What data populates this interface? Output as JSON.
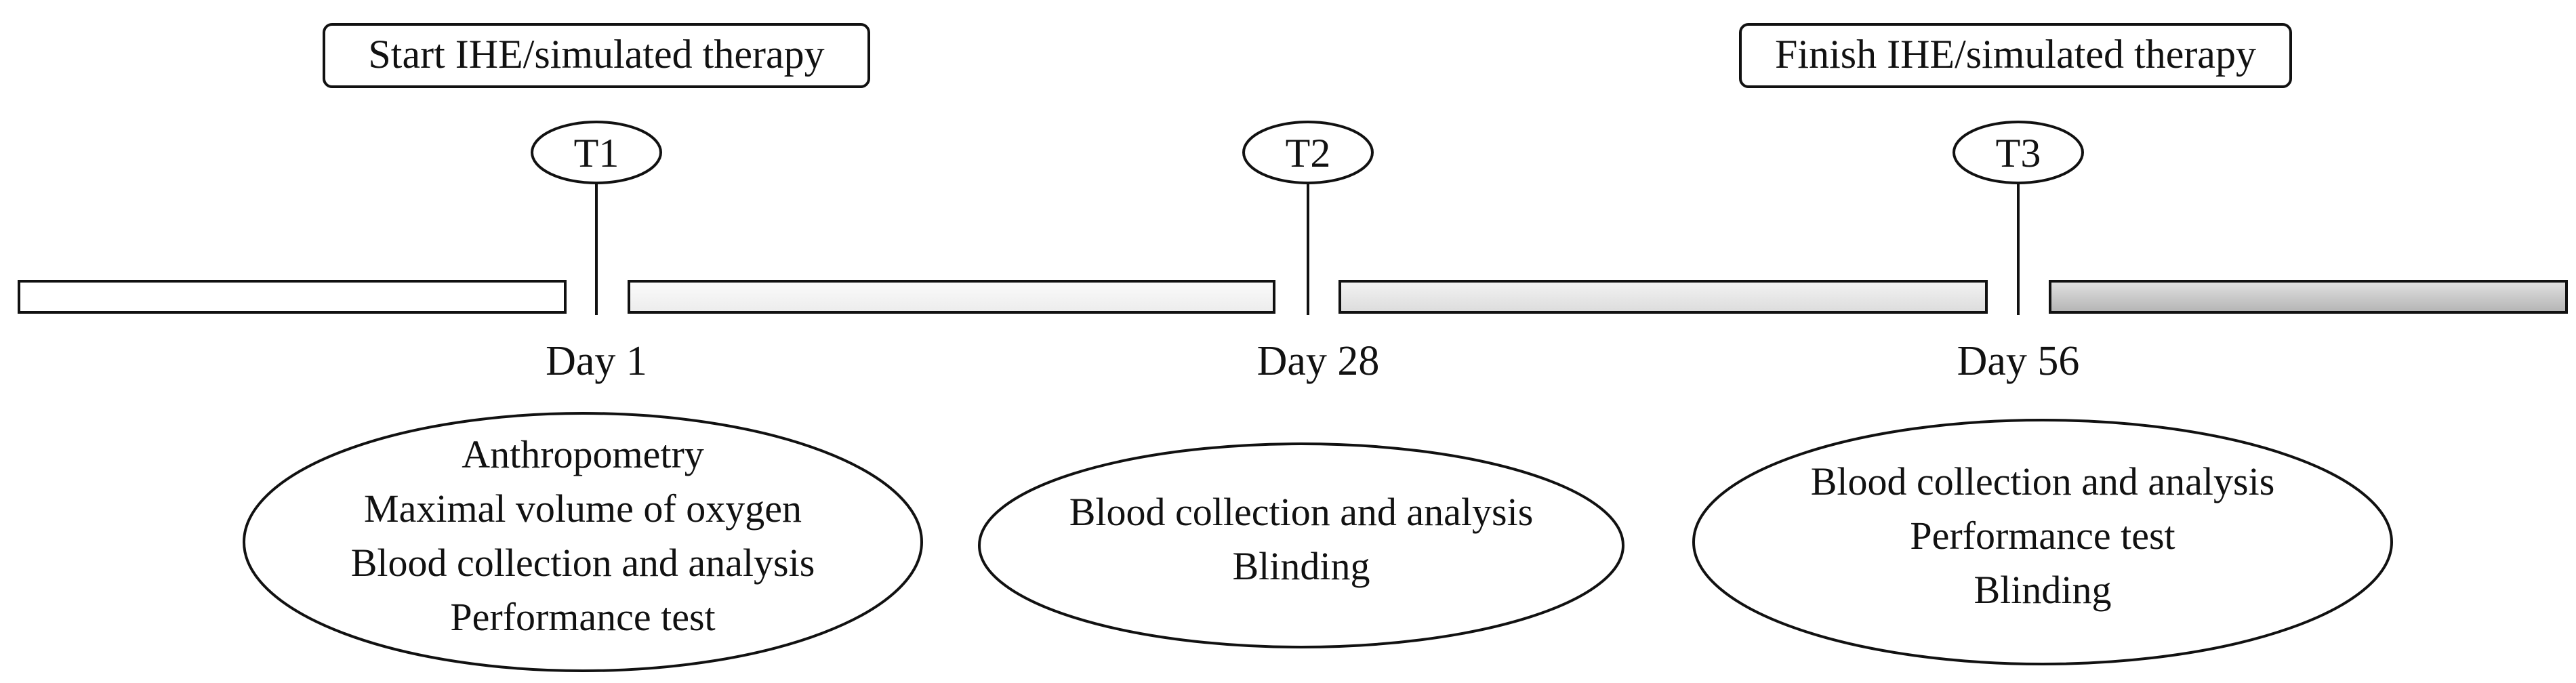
{
  "colors": {
    "stroke": "#111111",
    "bar_fill_1": "#ffffff",
    "bar_fill_2": "#f2f2f2",
    "bar_fill_3": "#e6e6e6",
    "bar_fill_4": "#c8c8c8"
  },
  "top_labels": {
    "start": "Start IHE/simulated therapy",
    "finish": "Finish IHE/simulated therapy"
  },
  "timepoints": [
    {
      "marker": "T1",
      "day": "Day 1",
      "activities": [
        "Anthropometry",
        "Maximal volume of oxygen",
        "Blood collection and analysis",
        "Performance test"
      ]
    },
    {
      "marker": "T2",
      "day": "Day 28",
      "activities": [
        "Blood collection and analysis",
        "Blinding"
      ]
    },
    {
      "marker": "T3",
      "day": "Day 56",
      "activities": [
        "Blood collection and analysis",
        "Performance test",
        "Blinding"
      ]
    }
  ]
}
